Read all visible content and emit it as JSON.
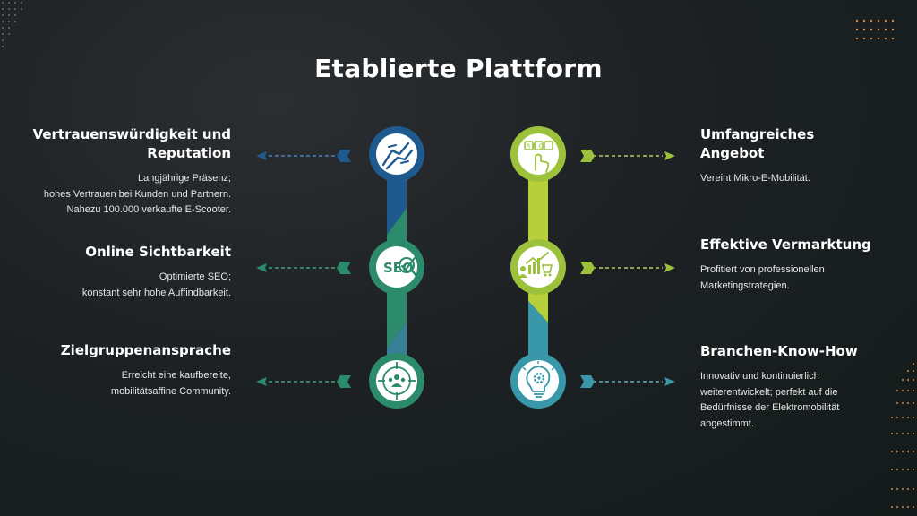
{
  "title": "Etablierte Plattform",
  "colors": {
    "navy": "#1f5a8e",
    "teal": "#2b8b6a",
    "lime": "#9cc13a",
    "cyan": "#3897a8",
    "accent_orange": "#d8883a"
  },
  "left": [
    {
      "heading": [
        "Vertrauenswürdigkeit und",
        "Reputation"
      ],
      "desc": [
        "Langjährige Präsenz;",
        "hohes Vertrauen bei Kunden und Partnern.",
        "Nahezu 100.000 verkaufte E-Scooter."
      ],
      "icon": "handshake-icon"
    },
    {
      "heading": [
        "Online Sichtbarkeit"
      ],
      "desc": [
        "Optimierte SEO;",
        "konstant sehr hohe Auffindbarkeit."
      ],
      "icon": "seo-icon",
      "icon_text": "SEO"
    },
    {
      "heading": [
        "Zielgruppenansprache"
      ],
      "desc": [
        "Erreicht eine kaufbereite,",
        "mobilitätsaffine Community."
      ],
      "icon": "target-audience-icon"
    }
  ],
  "right": [
    {
      "heading": [
        "Umfangreiches",
        "Angebot"
      ],
      "desc": [
        "Vereint Mikro-E-Mobilität."
      ],
      "icon": "keyboard-hand-icon",
      "icon_text": "RBC"
    },
    {
      "heading": [
        "Effektive Vermarktung"
      ],
      "desc": [
        "Profitiert von professionellen",
        "Marketingstrategien."
      ],
      "icon": "marketing-chart-icon"
    },
    {
      "heading": [
        "Branchen-Know-How"
      ],
      "desc": [
        "Innovativ und kontinuierlich",
        "weiterentwickelt; perfekt auf die",
        "Bedürfnisse der Elektromobilität",
        "abgestimmt."
      ],
      "icon": "lightbulb-gear-icon"
    }
  ]
}
